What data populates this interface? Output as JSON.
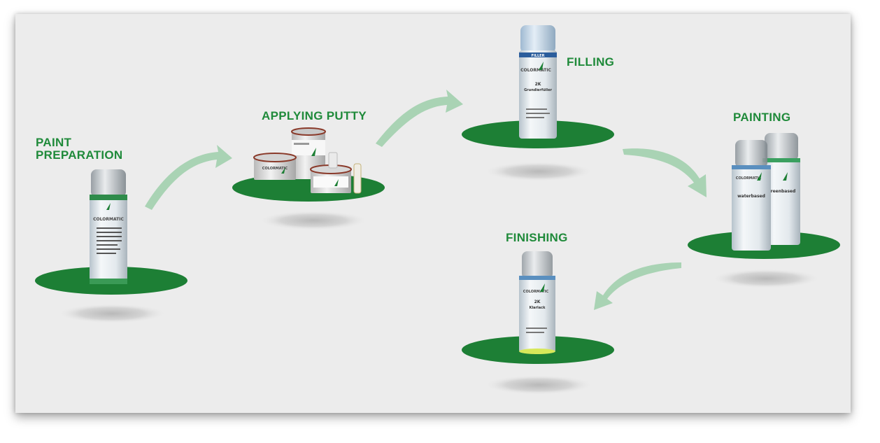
{
  "steps": {
    "paint_preparation": {
      "label_line1": "PAINT",
      "label_line2": "PREPARATION",
      "product": "COLORMATIC"
    },
    "applying_putty": {
      "label": "APPLYING PUTTY",
      "product": "COLORMATIC"
    },
    "filling": {
      "label": "FILLING",
      "product": "COLORMATIC",
      "band_text": "FILLER",
      "can_line1": "2K",
      "can_line2": "Grundierfüller"
    },
    "painting": {
      "label": "PAINTING",
      "product": "COLORMATIC",
      "can_left_text": "waterbased",
      "can_right_text": "Greenbased"
    },
    "finishing": {
      "label": "FINISHING",
      "product": "COLORMATIC",
      "can_line1": "2K",
      "can_line2": "Klarlack"
    }
  },
  "colors": {
    "accent_green": "#1f8a3a",
    "platform_green": "#1d7f35",
    "arrow_green": "#a9d3b4",
    "background": "#ececec"
  }
}
